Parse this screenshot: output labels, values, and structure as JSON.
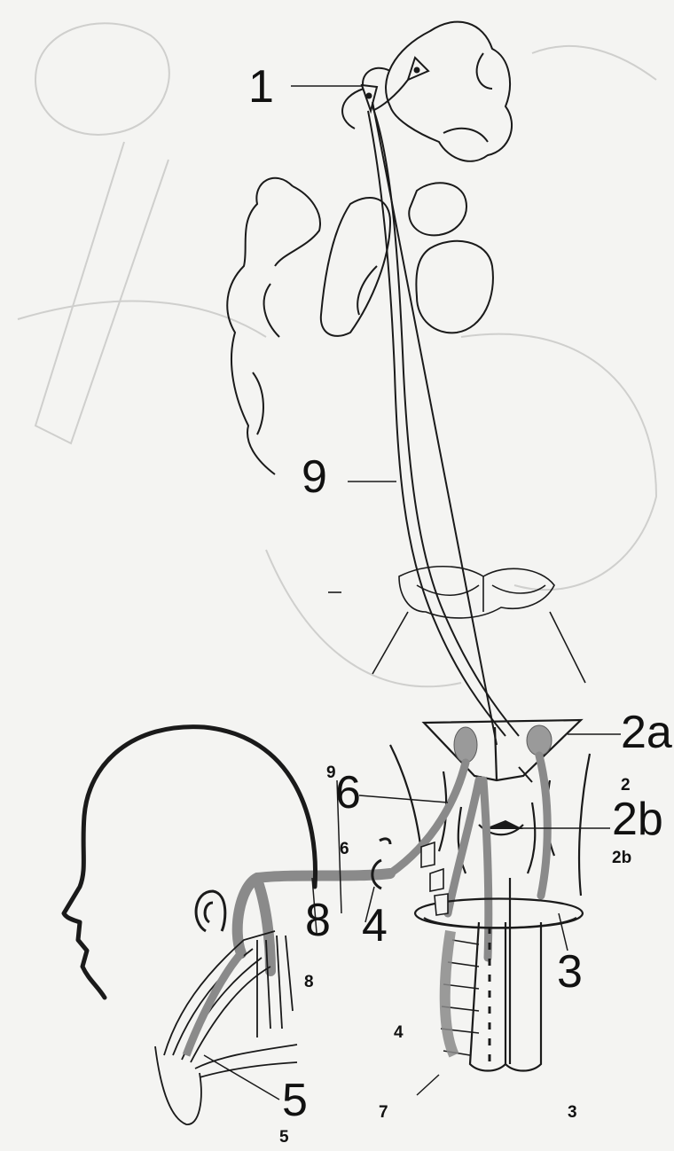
{
  "labels": {
    "l1": "1",
    "l9": "9",
    "l2a": "2a",
    "l2a_small": "2",
    "l2b": "2b",
    "l2b_small": "2b",
    "l6": "6",
    "l6_small": "6",
    "l9_small": "9",
    "l8": "8",
    "l8_small": "8",
    "l4": "4",
    "l4_small": "4",
    "l3": "3",
    "l3_small": "3",
    "l5": "5",
    "l5_small": "5",
    "l7": "7"
  },
  "colors": {
    "ink": "#1a1a1a",
    "nerve_gray": "#8a8a8a",
    "nucleus_fill": "#9a9a9a",
    "background": "#f4f4f2",
    "ghost": "#c8c8c6"
  }
}
